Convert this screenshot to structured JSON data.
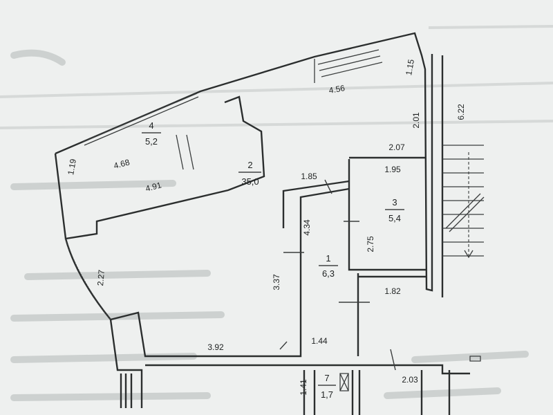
{
  "plan": {
    "rooms": [
      {
        "number": "2",
        "area": "35,0"
      },
      {
        "number": "3",
        "area": "5,4"
      },
      {
        "number": "4",
        "area": "5,2"
      },
      {
        "number": "1",
        "area": "6,3"
      },
      {
        "number": "7",
        "area": "1,7"
      }
    ],
    "dimensions": [
      "1.15",
      "4.56",
      "2.01",
      "6.22",
      "1.19",
      "4.68",
      "4.91",
      "2.07",
      "1.95",
      "1.85",
      "4.34",
      "2.75",
      "3.37",
      "1.82",
      "2.27",
      "3.92",
      "1.44",
      "1.41",
      "2.03"
    ]
  },
  "colors": {
    "paper": "#eef0ef",
    "ink": "#2b2e2e"
  }
}
